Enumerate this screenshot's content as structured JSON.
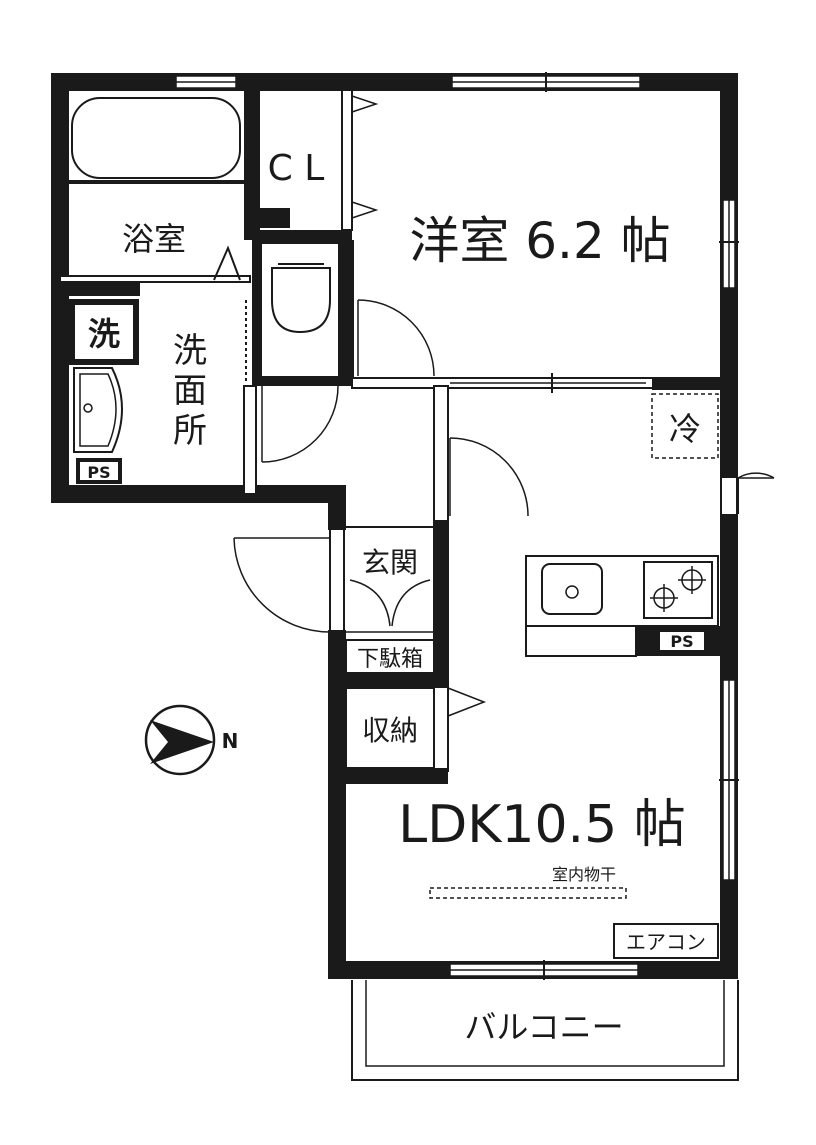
{
  "rooms": {
    "bath": "浴室",
    "closet": "C L",
    "bedroom": "洋室 6.2 帖",
    "washroom_v1": "洗",
    "washroom_v2": "面",
    "washroom_v3": "所",
    "washer": "洗",
    "fridge": "冷",
    "entrance": "玄関",
    "shoe_box": "下駄箱",
    "storage": "収納",
    "ldk": "LDK10.5 帖",
    "drying": "室内物干",
    "aircon": "エアコン",
    "balcony": "バルコニー"
  },
  "ps_left": "PS",
  "ps_right": "PS",
  "compass_label": "N",
  "colors": {
    "wall": "#1a1a1a",
    "line": "#1a1a1a",
    "background": "#ffffff"
  }
}
